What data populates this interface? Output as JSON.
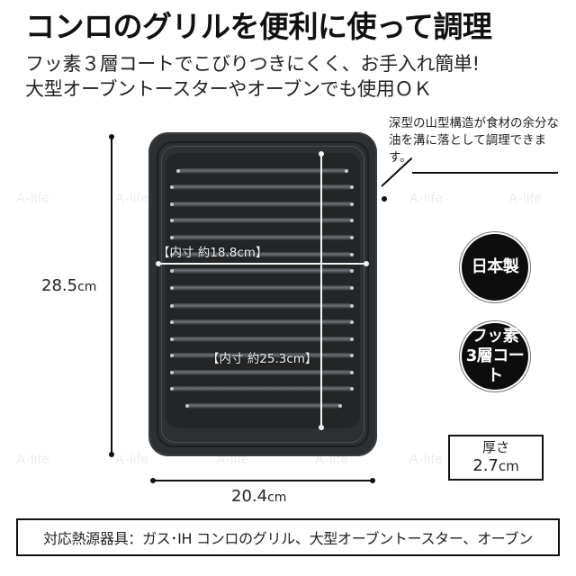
{
  "header": {
    "title": "コンロのグリルを便利に使って調理",
    "subtitle_line1": "フッ素３層コートでこびりつきにくく、お手入れ簡単!",
    "subtitle_line2": "大型オーブントースターやオーブンでも使用ＯＫ"
  },
  "watermark": {
    "text": "A-life",
    "color": "#ececec"
  },
  "callout": {
    "text": "深型の山型構造が食材の余分な油を溝に落として調理できます。"
  },
  "product": {
    "name": "grill-tray",
    "color": "#2d3033",
    "ridge_count": 15
  },
  "dimensions": {
    "height_label": "28.5",
    "height_unit": "cm",
    "width_label": "20.4",
    "width_unit": "cm",
    "inner_width_label": "【内寸 約18.8cm】",
    "inner_length_label": "【内寸 約25.3cm】",
    "thickness_title": "厚さ",
    "thickness_value": "2.7",
    "thickness_unit": "cm"
  },
  "badges": [
    {
      "label": "日本製"
    },
    {
      "line1": "フッ素",
      "line2": "3層コート"
    }
  ],
  "footer": {
    "text": "対応熱源器具：ガス･IH コンロのグリル、大型オーブントースター、オーブン"
  }
}
